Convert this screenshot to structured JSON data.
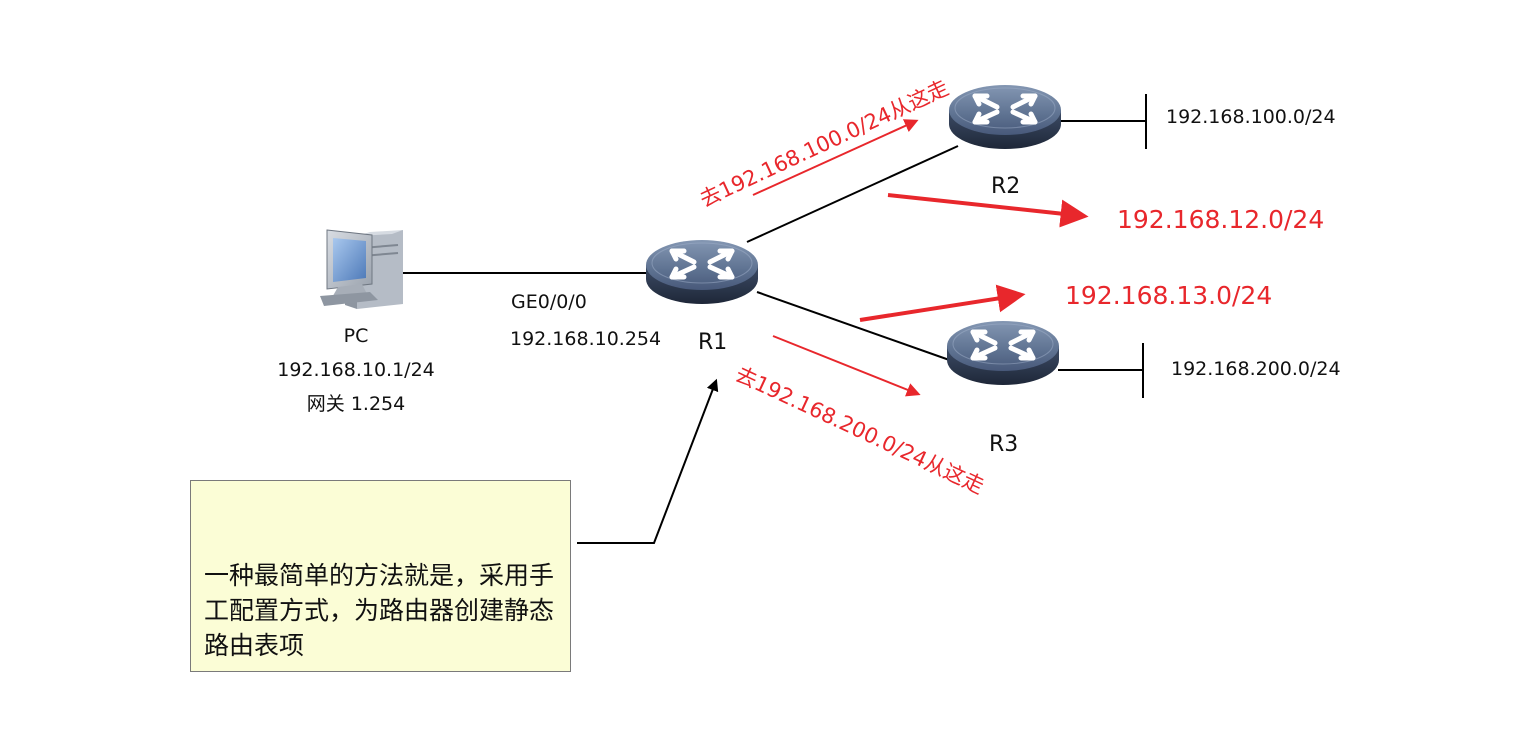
{
  "pc": {
    "name": "PC",
    "ip": "192.168.10.1/24",
    "gateway": "网关 1.254"
  },
  "r1": {
    "name": "R1",
    "interface": "GE0/0/0",
    "ip": "192.168.10.254"
  },
  "r2": {
    "name": "R2",
    "lan": "192.168.100.0/24",
    "link_net": "192.168.12.0/24"
  },
  "r3": {
    "name": "R3",
    "lan": "192.168.200.0/24",
    "link_net": "192.168.13.0/24"
  },
  "route_hints": {
    "to_r2": "去192.168.100.0/24从这走",
    "to_r3": "去192.168.200.0/24从这走"
  },
  "note": {
    "text": "一种最简单的方法就是，采用手工配置方式，为路由器创建静态路由表项"
  },
  "colors": {
    "annotation_red": "#e8272c",
    "router_blue": "#52657f",
    "note_fill": "#fbfdd6",
    "line": "#000000"
  },
  "icons": {
    "router": "router-icon",
    "pc": "desktop-computer-icon"
  }
}
